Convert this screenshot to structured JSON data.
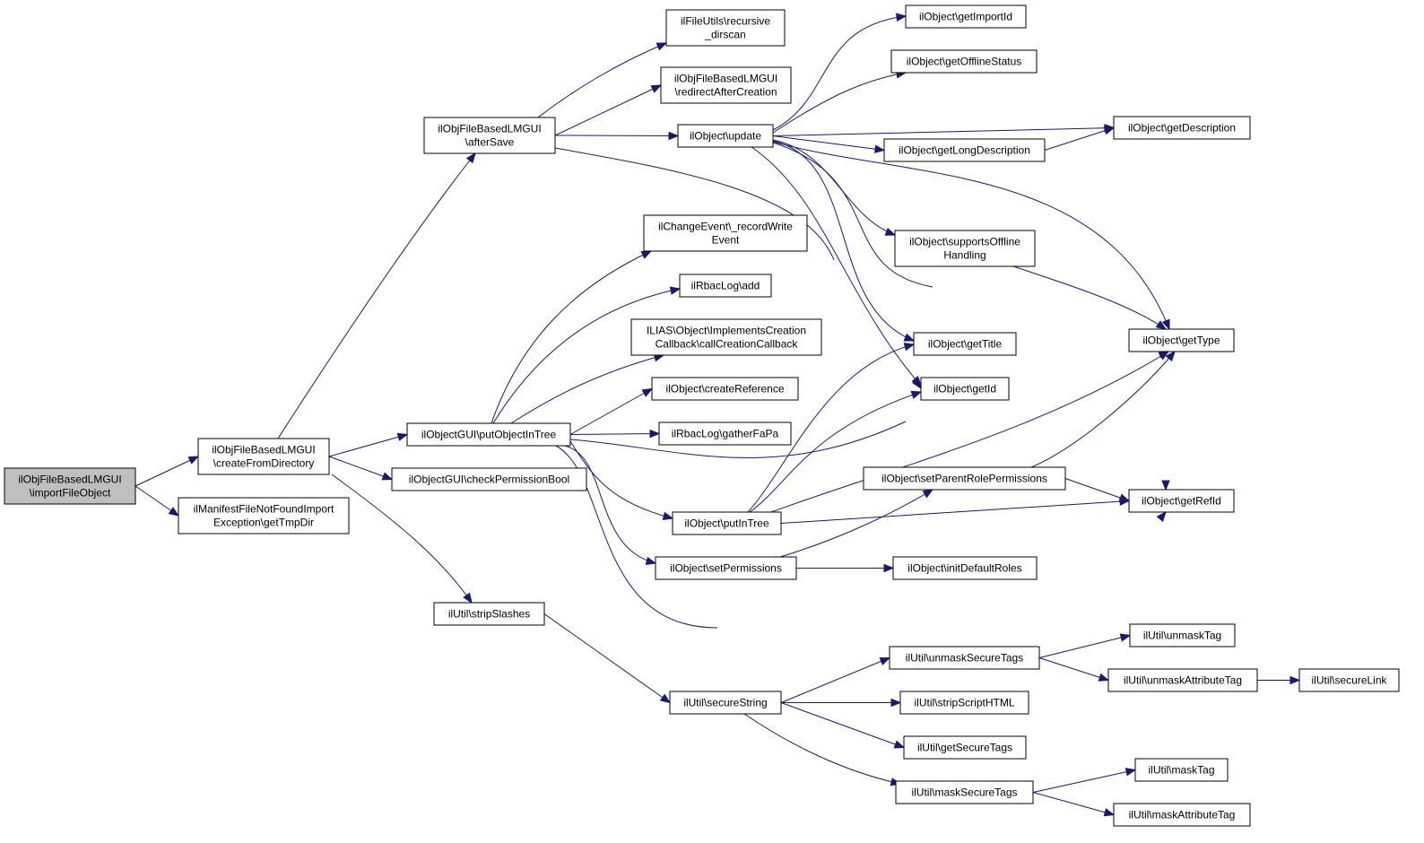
{
  "colors": {
    "edge": "#191970",
    "node_border": "#000000",
    "node_fill": "#ffffff",
    "root_fill": "#bfbfbf"
  },
  "nodes": [
    {
      "id": "importFileObject",
      "lines": [
        "ilObjFileBasedLMGUI",
        "\\importFileObject"
      ],
      "root": true
    },
    {
      "id": "createFromDirectory",
      "lines": [
        "ilObjFileBasedLMGUI",
        "\\createFromDirectory"
      ]
    },
    {
      "id": "getTmpDir",
      "lines": [
        "ilManifestFileNotFoundImport",
        "Exception\\getTmpDir"
      ]
    },
    {
      "id": "afterSave",
      "lines": [
        "ilObjFileBasedLMGUI",
        "\\afterSave"
      ]
    },
    {
      "id": "putObjectInTree",
      "lines": [
        "ilObjectGUI\\putObjectInTree"
      ]
    },
    {
      "id": "checkPermissionBool",
      "lines": [
        "ilObjectGUI\\checkPermissionBool"
      ]
    },
    {
      "id": "stripSlashes",
      "lines": [
        "ilUtil\\stripSlashes"
      ]
    },
    {
      "id": "recursive_dirscan",
      "lines": [
        "ilFileUtils\\recursive",
        "_dirscan"
      ]
    },
    {
      "id": "redirectAfterCreation",
      "lines": [
        "ilObjFileBasedLMGUI",
        "\\redirectAfterCreation"
      ]
    },
    {
      "id": "update",
      "lines": [
        "ilObject\\update"
      ]
    },
    {
      "id": "recordWriteEvent",
      "lines": [
        "ilChangeEvent\\_recordWrite",
        "Event"
      ]
    },
    {
      "id": "rbacAdd",
      "lines": [
        "ilRbacLog\\add"
      ]
    },
    {
      "id": "callCreationCallback",
      "lines": [
        "ILIAS\\Object\\ImplementsCreation",
        "Callback\\callCreationCallback"
      ]
    },
    {
      "id": "createReference",
      "lines": [
        "ilObject\\createReference"
      ]
    },
    {
      "id": "gatherFaPa",
      "lines": [
        "ilRbacLog\\gatherFaPa"
      ]
    },
    {
      "id": "putInTree",
      "lines": [
        "ilObject\\putInTree"
      ]
    },
    {
      "id": "setPermissions",
      "lines": [
        "ilObject\\setPermissions"
      ]
    },
    {
      "id": "secureString",
      "lines": [
        "ilUtil\\secureString"
      ]
    },
    {
      "id": "getImportId",
      "lines": [
        "ilObject\\getImportId"
      ]
    },
    {
      "id": "getOfflineStatus",
      "lines": [
        "ilObject\\getOfflineStatus"
      ]
    },
    {
      "id": "getLongDescription",
      "lines": [
        "ilObject\\getLongDescription"
      ]
    },
    {
      "id": "supportsOfflineHandling",
      "lines": [
        "ilObject\\supportsOffline",
        "Handling"
      ]
    },
    {
      "id": "getTitle",
      "lines": [
        "ilObject\\getTitle"
      ]
    },
    {
      "id": "getId",
      "lines": [
        "ilObject\\getId"
      ]
    },
    {
      "id": "setParentRolePermissions",
      "lines": [
        "ilObject\\setParentRolePermissions"
      ]
    },
    {
      "id": "initDefaultRoles",
      "lines": [
        "ilObject\\initDefaultRoles"
      ]
    },
    {
      "id": "unmaskSecureTags",
      "lines": [
        "ilUtil\\unmaskSecureTags"
      ]
    },
    {
      "id": "stripScriptHTML",
      "lines": [
        "ilUtil\\stripScriptHTML"
      ]
    },
    {
      "id": "getSecureTags",
      "lines": [
        "ilUtil\\getSecureTags"
      ]
    },
    {
      "id": "maskSecureTags",
      "lines": [
        "ilUtil\\maskSecureTags"
      ]
    },
    {
      "id": "getDescription",
      "lines": [
        "ilObject\\getDescription"
      ]
    },
    {
      "id": "getType",
      "lines": [
        "ilObject\\getType"
      ]
    },
    {
      "id": "getRefId",
      "lines": [
        "ilObject\\getRefId"
      ]
    },
    {
      "id": "unmaskTag",
      "lines": [
        "ilUtil\\unmaskTag"
      ]
    },
    {
      "id": "unmaskAttributeTag",
      "lines": [
        "ilUtil\\unmaskAttributeTag"
      ]
    },
    {
      "id": "maskTag",
      "lines": [
        "ilUtil\\maskTag"
      ]
    },
    {
      "id": "maskAttributeTag",
      "lines": [
        "ilUtil\\maskAttributeTag"
      ]
    },
    {
      "id": "secureLink",
      "lines": [
        "ilUtil\\secureLink"
      ]
    }
  ],
  "edges": [
    {
      "from": "importFileObject",
      "to": "createFromDirectory"
    },
    {
      "from": "importFileObject",
      "to": "getTmpDir"
    },
    {
      "from": "createFromDirectory",
      "to": "afterSave"
    },
    {
      "from": "createFromDirectory",
      "to": "putObjectInTree"
    },
    {
      "from": "createFromDirectory",
      "to": "checkPermissionBool"
    },
    {
      "from": "createFromDirectory",
      "to": "stripSlashes"
    },
    {
      "from": "afterSave",
      "to": "recursive_dirscan"
    },
    {
      "from": "afterSave",
      "to": "redirectAfterCreation"
    },
    {
      "from": "afterSave",
      "to": "update"
    },
    {
      "from": "afterSave",
      "to": "getId"
    },
    {
      "from": "putObjectInTree",
      "to": "recordWriteEvent"
    },
    {
      "from": "putObjectInTree",
      "to": "rbacAdd"
    },
    {
      "from": "putObjectInTree",
      "to": "callCreationCallback"
    },
    {
      "from": "putObjectInTree",
      "to": "createReference"
    },
    {
      "from": "putObjectInTree",
      "to": "gatherFaPa"
    },
    {
      "from": "putObjectInTree",
      "to": "getType"
    },
    {
      "from": "putObjectInTree",
      "to": "putInTree"
    },
    {
      "from": "putObjectInTree",
      "to": "setPermissions"
    },
    {
      "from": "putObjectInTree",
      "to": "getRefId"
    },
    {
      "from": "stripSlashes",
      "to": "secureString"
    },
    {
      "from": "update",
      "to": "getImportId"
    },
    {
      "from": "update",
      "to": "getOfflineStatus"
    },
    {
      "from": "update",
      "to": "getDescription"
    },
    {
      "from": "update",
      "to": "getLongDescription"
    },
    {
      "from": "update",
      "to": "supportsOfflineHandling"
    },
    {
      "from": "update",
      "to": "getTitle"
    },
    {
      "from": "update",
      "to": "getId"
    },
    {
      "from": "update",
      "to": "getType"
    },
    {
      "from": "update",
      "to": "getRefId"
    },
    {
      "from": "getLongDescription",
      "to": "getDescription"
    },
    {
      "from": "supportsOfflineHandling",
      "to": "getType"
    },
    {
      "from": "putInTree",
      "to": "getTitle"
    },
    {
      "from": "putInTree",
      "to": "getId"
    },
    {
      "from": "putInTree",
      "to": "getType"
    },
    {
      "from": "putInTree",
      "to": "getRefId"
    },
    {
      "from": "setPermissions",
      "to": "setParentRolePermissions"
    },
    {
      "from": "setPermissions",
      "to": "initDefaultRoles"
    },
    {
      "from": "setParentRolePermissions",
      "to": "getType"
    },
    {
      "from": "setParentRolePermissions",
      "to": "getRefId"
    },
    {
      "from": "secureString",
      "to": "unmaskSecureTags"
    },
    {
      "from": "secureString",
      "to": "stripScriptHTML"
    },
    {
      "from": "secureString",
      "to": "getSecureTags"
    },
    {
      "from": "secureString",
      "to": "maskSecureTags"
    },
    {
      "from": "unmaskSecureTags",
      "to": "unmaskTag"
    },
    {
      "from": "unmaskSecureTags",
      "to": "unmaskAttributeTag"
    },
    {
      "from": "unmaskAttributeTag",
      "to": "secureLink"
    },
    {
      "from": "maskSecureTags",
      "to": "maskTag"
    },
    {
      "from": "maskSecureTags",
      "to": "maskAttributeTag"
    }
  ]
}
